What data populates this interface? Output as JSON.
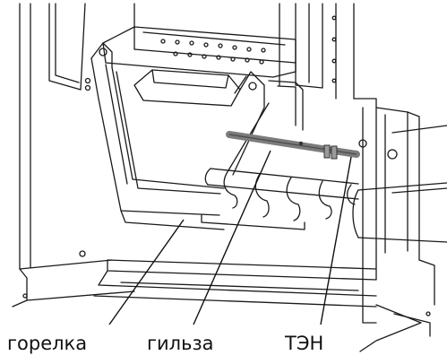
{
  "labels": {
    "burner": "горелка",
    "sleeve": "гильза",
    "heater": "ТЭН"
  },
  "colors": {
    "line": "#1a1a1a",
    "tube": "#7c7c7c",
    "tube_dark": "#4a4a4a",
    "background": "#ffffff"
  }
}
